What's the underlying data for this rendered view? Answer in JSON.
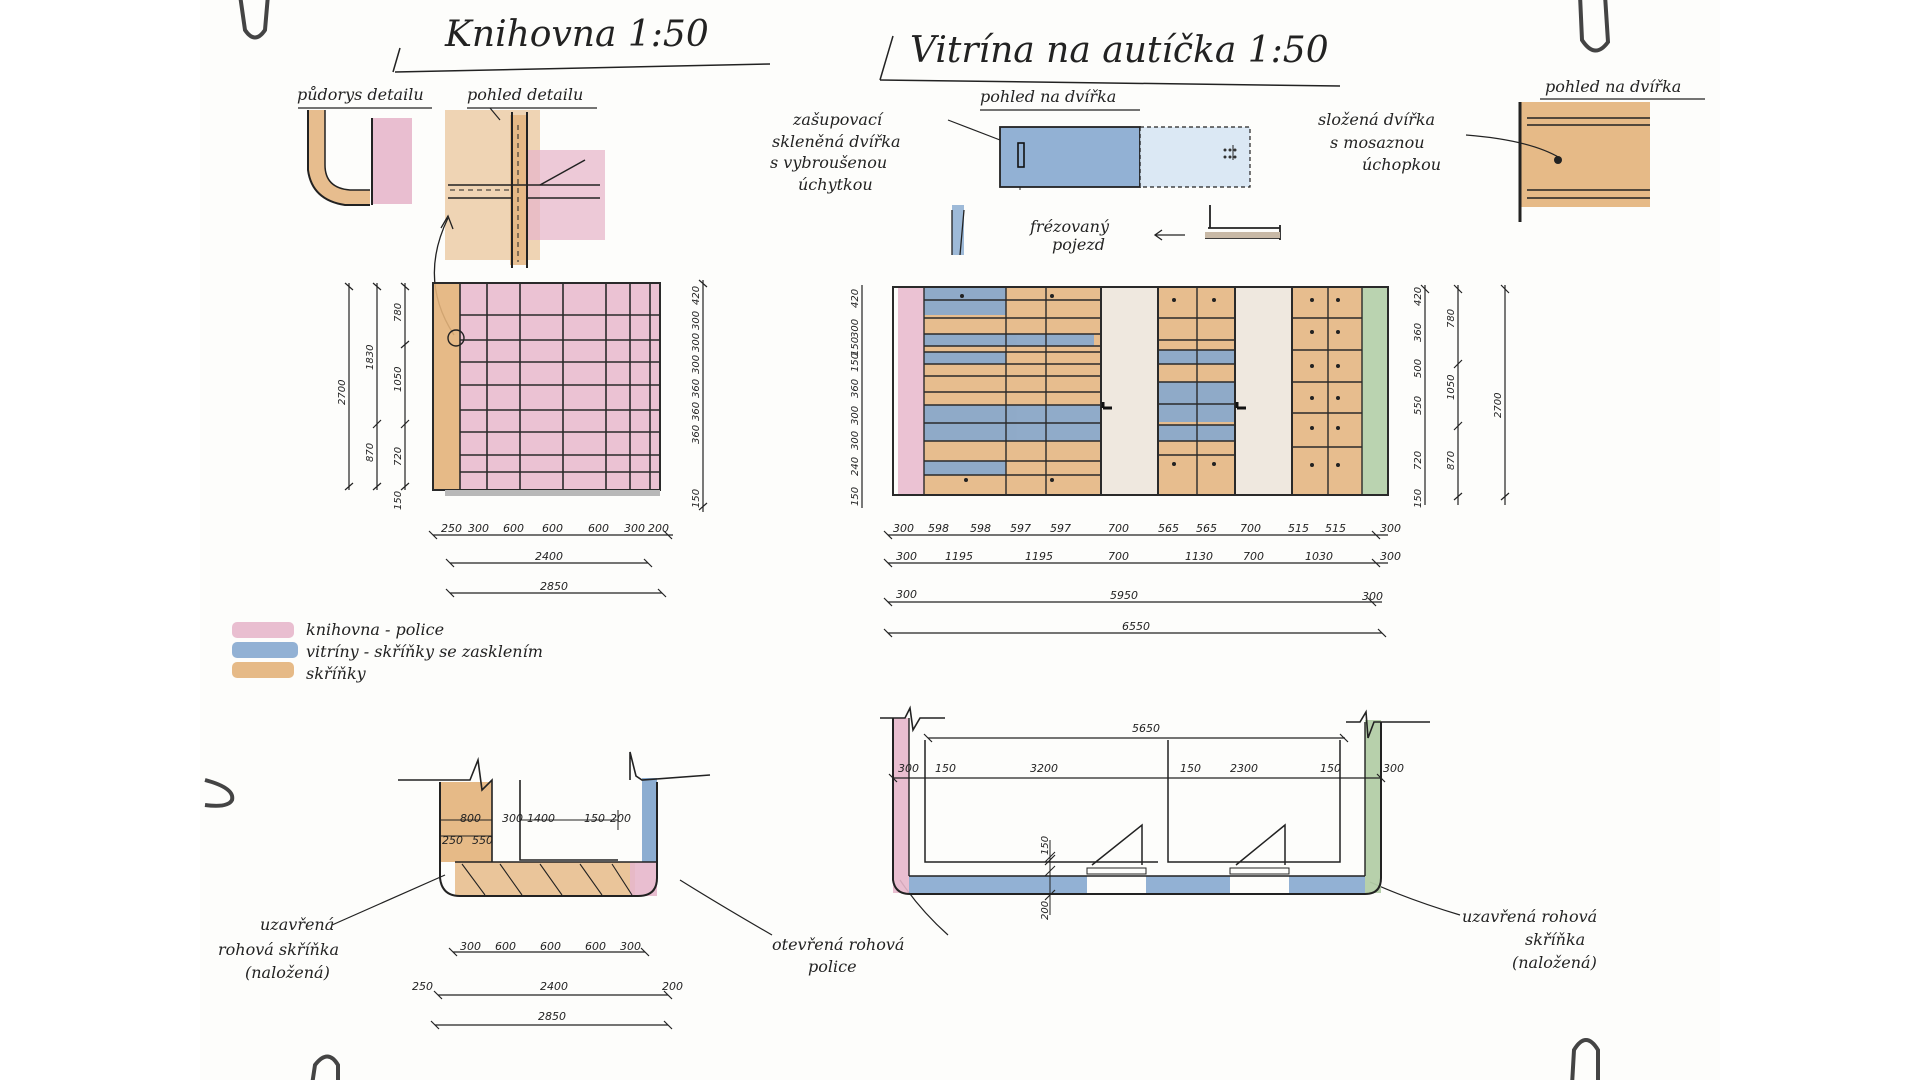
{
  "titles": {
    "knihovna": "Knihovna 1:50",
    "vitrina": "Vitrína na autíčka 1:50"
  },
  "detail_labels": {
    "pudorys": "půdorys detailu",
    "pohled": "pohled detailu",
    "pohled_dvirka_1": "pohled na dvířka",
    "pohled_dvirka_2": "pohled na dvířka"
  },
  "annotations": {
    "zasuvne_1": "zašupovací",
    "zasuvne_2": "skleněná dvířka",
    "zasuvne_3": "s vybroušenou",
    "zasuvne_4": "úchytkou",
    "frezovany_1": "frézovaný",
    "frezovany_2": "pojezd",
    "skladana_1": "složená dvířka",
    "skladana_2": "s mosaznou",
    "skladana_3": "úchopkou",
    "uzavrena_l1": "uzavřená",
    "uzavrena_l2": "rohová skříňka",
    "uzavrena_l3": "(naložená)",
    "otevrena_1": "otevřená rohová",
    "otevrena_2": "police",
    "uzavrena_r1": "uzavřená rohová",
    "uzavrena_r2": "skříňka",
    "uzavrena_r3": "(naložená)"
  },
  "legend": [
    {
      "label": "knihovna - police",
      "color": "#e7b7cb"
    },
    {
      "label": "vitríny - skříňky se zasklením",
      "color": "#86a9cf"
    },
    {
      "label": "skříňky",
      "color": "#e3b27a"
    }
  ],
  "colors": {
    "pink": "#e7b7cb",
    "blue": "#86a9cf",
    "orange": "#e3b27a",
    "green": "#b3cea7",
    "line": "#2a2a2a",
    "door": "#efe8df"
  },
  "dims": {
    "kn_w1": [
      "250",
      "300",
      "600",
      "600",
      "600",
      "300",
      "200"
    ],
    "kn_w2": "2400",
    "kn_w3": "2850",
    "kn_hl": [
      "2700",
      "1830",
      "870",
      "150"
    ],
    "kn_hm": [
      "780",
      "1050",
      "720"
    ],
    "kn_hr": [
      "420",
      "300",
      "300",
      "300",
      "360",
      "360",
      "360",
      "150"
    ],
    "vi_w1": [
      "300",
      "598",
      "598",
      "597",
      "597",
      "700",
      "565",
      "565",
      "700",
      "515",
      "515",
      "300"
    ],
    "vi_w2": [
      "300",
      "1195",
      "1195",
      "700",
      "1130",
      "700",
      "1030",
      "300"
    ],
    "vi_w3": [
      "300",
      "5950",
      "300"
    ],
    "vi_w4": "6550",
    "vi_hl": [
      "420",
      "300",
      "150",
      "150",
      "360",
      "300",
      "300",
      "240",
      "150"
    ],
    "vi_hr1": [
      "420",
      "360",
      "500",
      "550",
      "720",
      "150"
    ],
    "vi_hr2": [
      "780",
      "1050",
      "870"
    ],
    "vi_hr3": "2700",
    "kp_d": [
      "800",
      "300",
      "1400",
      "150",
      "200"
    ],
    "kp_d2": [
      "250",
      "550"
    ],
    "kp_w1": [
      "300",
      "600",
      "600",
      "600",
      "300"
    ],
    "kp_w2": [
      "250",
      "2400",
      "200"
    ],
    "kp_w3": "2850",
    "vp_top": "5650",
    "vp_d": [
      "300",
      "150",
      "3200",
      "150",
      "2300",
      "150",
      "300"
    ],
    "vp_v": [
      "150",
      "200"
    ]
  }
}
